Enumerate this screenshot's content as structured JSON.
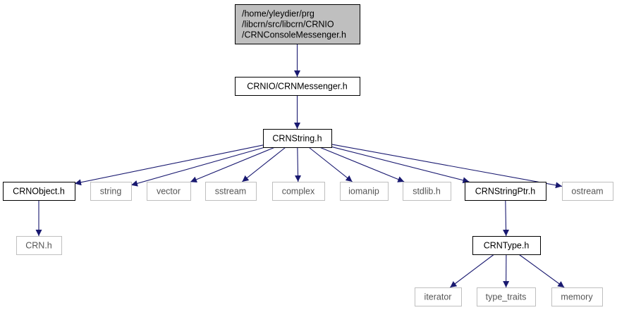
{
  "diagram": {
    "type": "include-dependency-graph",
    "colors": {
      "edge": "#191970",
      "root_fill": "#bfbfbf",
      "local_border": "#000000",
      "external_border": "#bfbfbf",
      "background": "#ffffff"
    },
    "nodes": [
      {
        "id": "root",
        "lines": [
          "/home/yleydier/prg",
          "/libcrn/src/libcrn/CRNIO",
          "/CRNConsoleMessenger.h"
        ],
        "kind": "root"
      },
      {
        "id": "crnmessenger",
        "lines": [
          "CRNIO/CRNMessenger.h"
        ],
        "kind": "local"
      },
      {
        "id": "crnstring",
        "lines": [
          "CRNString.h"
        ],
        "kind": "local"
      },
      {
        "id": "crnobject",
        "lines": [
          "CRNObject.h"
        ],
        "kind": "local"
      },
      {
        "id": "string",
        "lines": [
          "string"
        ],
        "kind": "external"
      },
      {
        "id": "vector",
        "lines": [
          "vector"
        ],
        "kind": "external"
      },
      {
        "id": "sstream",
        "lines": [
          "sstream"
        ],
        "kind": "external"
      },
      {
        "id": "complex",
        "lines": [
          "complex"
        ],
        "kind": "external"
      },
      {
        "id": "iomanip",
        "lines": [
          "iomanip"
        ],
        "kind": "external"
      },
      {
        "id": "stdlib",
        "lines": [
          "stdlib.h"
        ],
        "kind": "external"
      },
      {
        "id": "crnstringptr",
        "lines": [
          "CRNStringPtr.h"
        ],
        "kind": "local"
      },
      {
        "id": "ostream",
        "lines": [
          "ostream"
        ],
        "kind": "external"
      },
      {
        "id": "crn",
        "lines": [
          "CRN.h"
        ],
        "kind": "external"
      },
      {
        "id": "crntype",
        "lines": [
          "CRNType.h"
        ],
        "kind": "local"
      },
      {
        "id": "iterator",
        "lines": [
          "iterator"
        ],
        "kind": "external"
      },
      {
        "id": "type_traits",
        "lines": [
          "type_traits"
        ],
        "kind": "external"
      },
      {
        "id": "memory",
        "lines": [
          "memory"
        ],
        "kind": "external"
      }
    ],
    "edges": [
      [
        "root",
        "crnmessenger"
      ],
      [
        "crnmessenger",
        "crnstring"
      ],
      [
        "crnstring",
        "crnobject"
      ],
      [
        "crnstring",
        "string"
      ],
      [
        "crnstring",
        "vector"
      ],
      [
        "crnstring",
        "sstream"
      ],
      [
        "crnstring",
        "complex"
      ],
      [
        "crnstring",
        "iomanip"
      ],
      [
        "crnstring",
        "stdlib"
      ],
      [
        "crnstring",
        "crnstringptr"
      ],
      [
        "crnstring",
        "ostream"
      ],
      [
        "crnobject",
        "crn"
      ],
      [
        "crnstringptr",
        "crntype"
      ],
      [
        "crntype",
        "iterator"
      ],
      [
        "crntype",
        "type_traits"
      ],
      [
        "crntype",
        "memory"
      ]
    ]
  }
}
